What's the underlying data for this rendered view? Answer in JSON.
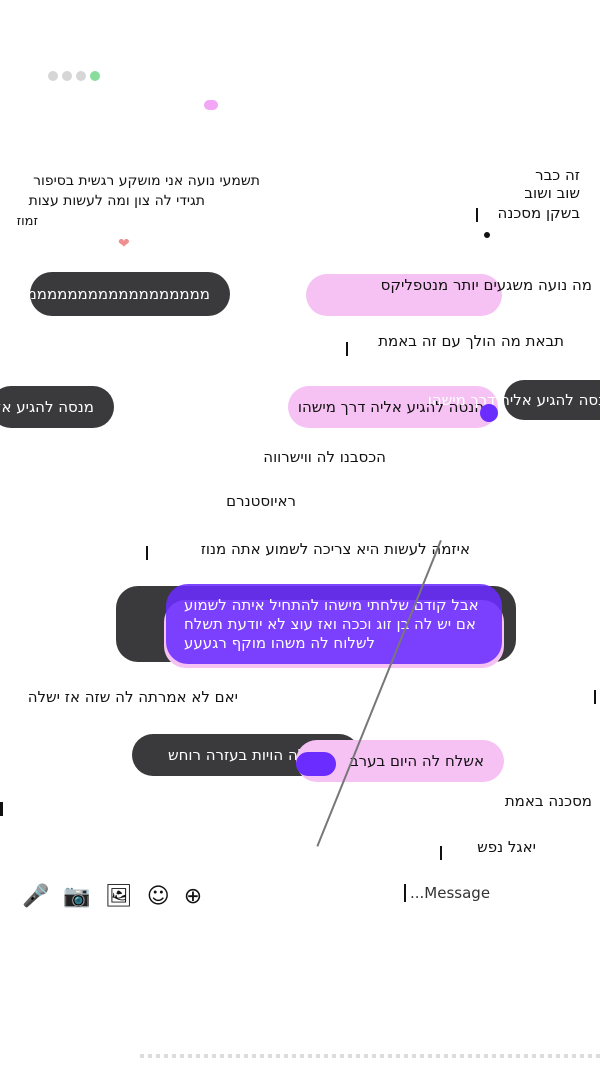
{
  "colors": {
    "background": "#ffffff",
    "bubble_dark": "#3a3a3c",
    "bubble_pink": "#f6c2f4",
    "bubble_purple": "#6a2cff",
    "heart": "#ef8f8f"
  },
  "top": {
    "partial_texts": [
      "זה כבר",
      "תשמעי נועה אני מושקע רגשית בסיפור",
      "שוב ושוב",
      "תגידי לה צון ומה לעשות עצות",
      "בשקן מסכנה",
      "זמוז"
    ]
  },
  "messages": {
    "m1": "מה נועה משגעים יותר מנטפליקס",
    "m2": "ממממממממממממממממממ בן",
    "m3": "תבאת מה הולך עם זה באמת",
    "m4": "תנסה להגיע אליה דרך מישהו",
    "m5": "הנסה להגיע אליה דרך מישהו",
    "m6": "הכסבנו לה ווישרווה",
    "m7": "ראיוסטנרם",
    "m8": "איזמה לעשות היא צריכה לשמוע אתה מנוז",
    "m9_line1": "אבל קודם שלחתי מישהו להתחיל איתה לשמוע",
    "m9_line2": "אם יש לה בן זוג וככה ואז עוצ לא יודעת תשלח",
    "m9_line3": "לשלוח לה משהו מוקף רגעעע",
    "m10": "יאם לא אמרתה לה שזה אז ישלה",
    "m11": "שלח לה הויות בעזרה רוחש",
    "m12": "אשלח לה היום בערב",
    "m13": "מסכנה באמת",
    "m14": "יאגל נפש",
    "m15": "מנסה להגיע אליה"
  },
  "composer": {
    "placeholder": "...Message",
    "icons": [
      "voice-icon",
      "image-icon",
      "gallery-icon",
      "sticker-icon",
      "add-icon"
    ]
  },
  "heart_glyph": "❤"
}
